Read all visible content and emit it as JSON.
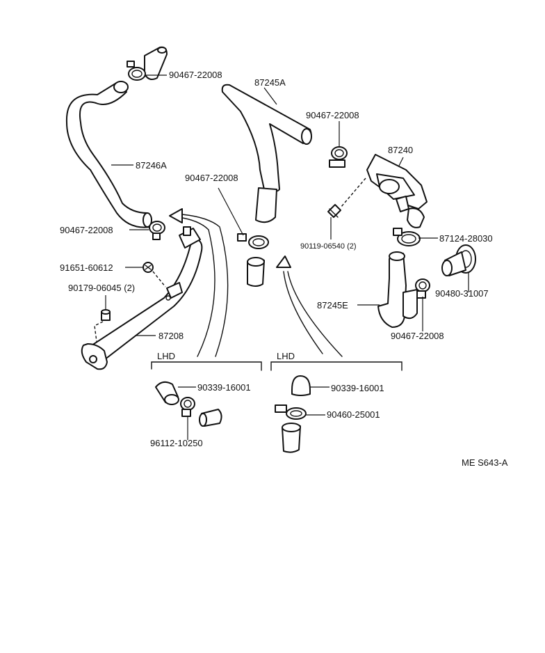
{
  "labels": {
    "clamp_top": "90467-22008",
    "hose_87246a": "87246A",
    "clamp_left": "90467-22008",
    "plug_91651": "91651-60612",
    "bolt_90179": "90179-06045 (2)",
    "pipe_87208": "87208",
    "hose_87245a": "87245A",
    "clamp_mid": "90467-22008",
    "clamp_right_top": "90467-22008",
    "valve_87240": "87240",
    "screw_90119": "90119-06540 (2)",
    "clamp_87124": "87124-28030",
    "grommet_90480": "90480-31007",
    "hose_87245e": "87245E",
    "clamp_right_bottom": "90467-22008",
    "lhd_left": "LHD",
    "lhd_right": "LHD",
    "cap_left": "90339-16001",
    "hose_96112": "96112-10250",
    "cap_right": "90339-16001",
    "clamp_90460": "90460-25001",
    "ref_code": "ME S643-A"
  }
}
